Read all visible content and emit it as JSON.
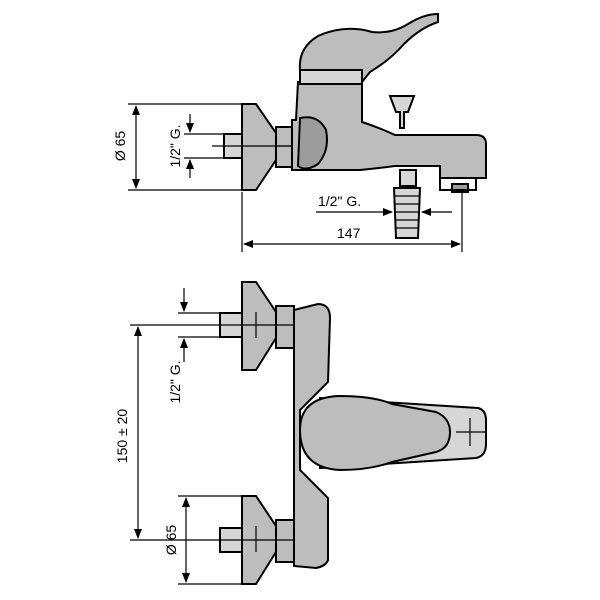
{
  "drawing": {
    "side_view": {
      "inlet_diameter": "Ø 65",
      "thread_left": "1/2\" G.",
      "thread_shower": "1/2\" G.",
      "length": "147"
    },
    "front_view": {
      "thread": "1/2\" G.",
      "centres": "150 ± 20",
      "inlet_diameter": "Ø 65"
    }
  }
}
